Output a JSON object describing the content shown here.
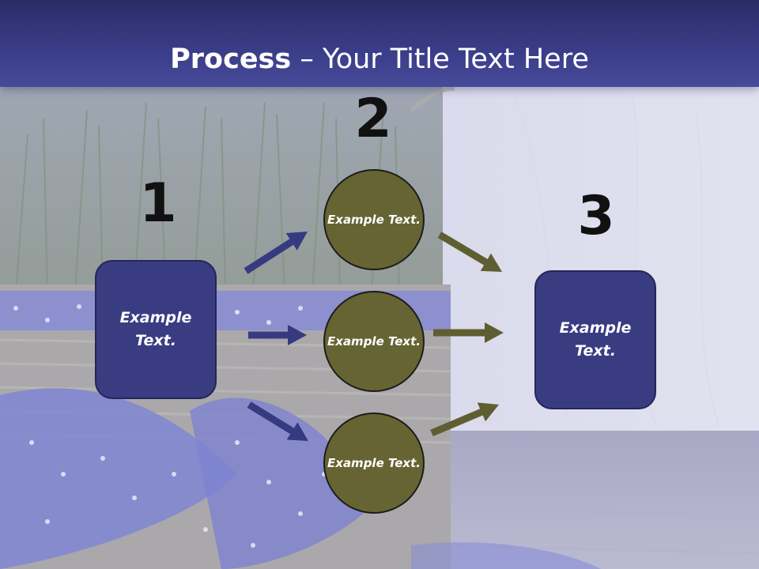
{
  "title": {
    "bold": "Process",
    "rest": " – Your Title Text Here"
  },
  "colors": {
    "header": "#3a3d88",
    "box_fill": "#3a3c82",
    "circle_fill": "#666433",
    "arrow_blue": "#363a80",
    "arrow_olive": "#5f5e30"
  },
  "steps": {
    "one": {
      "number": "1",
      "label": "Example Text."
    },
    "two": {
      "number": "2"
    },
    "three": {
      "number": "3",
      "label": "Example Text."
    }
  },
  "nodes": [
    {
      "label": "Example Text."
    },
    {
      "label": "Example Text."
    },
    {
      "label": "Example Text."
    }
  ]
}
